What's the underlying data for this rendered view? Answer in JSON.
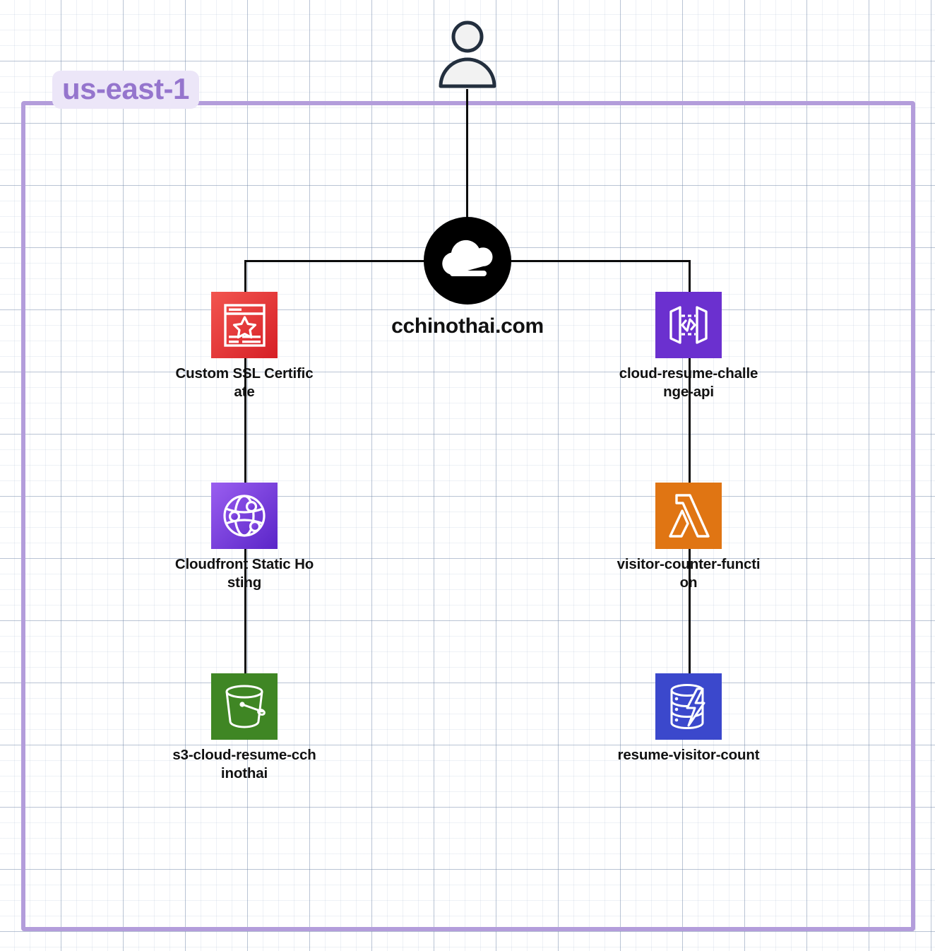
{
  "diagram": {
    "region": {
      "label": "us-east-1",
      "border_color": "#b39ddb",
      "label_bg_color": "#ece6f8",
      "label_text_color": "#9575cd"
    },
    "actor": {
      "name": "user-actor",
      "icon": "person-icon",
      "outline_color": "#232f3e",
      "fill_color": "#f2f2f2"
    },
    "entrypoint": {
      "label": "cchinothai.com",
      "icon": "cloud-internet-icon",
      "color": "#000000"
    },
    "nodes": [
      {
        "id": "acm",
        "label": "Custom SSL Certificate",
        "icon": "certificate-manager-icon",
        "color": "#e7282d",
        "column": "left",
        "row": 1
      },
      {
        "id": "apigw",
        "label": "cloud-resume-challenge-api",
        "icon": "api-gateway-icon",
        "color": "#6b30cf",
        "column": "right",
        "row": 1
      },
      {
        "id": "cloudfront",
        "label": "Cloudfront Static Hosting",
        "icon": "cloudfront-icon",
        "color": "#7a3fe0",
        "column": "left",
        "row": 2
      },
      {
        "id": "lambda",
        "label": "visitor-counter-function",
        "icon": "lambda-icon",
        "color": "#e07513",
        "column": "right",
        "row": 2
      },
      {
        "id": "s3",
        "label": "s3-cloud-resume-cchinothai",
        "icon": "s3-bucket-icon",
        "color": "#3f8624",
        "column": "left",
        "row": 3
      },
      {
        "id": "dynamodb",
        "label": "resume-visitor-count",
        "icon": "dynamodb-icon",
        "color": "#3b48cc",
        "column": "right",
        "row": 3
      }
    ],
    "connections": [
      {
        "from": "user-actor",
        "to": "cchinothai.com"
      },
      {
        "from": "cchinothai.com",
        "to": "Custom SSL Certificate"
      },
      {
        "from": "cchinothai.com",
        "to": "cloud-resume-challenge-api"
      },
      {
        "from": "Custom SSL Certificate",
        "to": "Cloudfront Static Hosting"
      },
      {
        "from": "Cloudfront Static Hosting",
        "to": "s3-cloud-resume-cchinothai"
      },
      {
        "from": "cloud-resume-challenge-api",
        "to": "visitor-counter-function"
      },
      {
        "from": "visitor-counter-function",
        "to": "resume-visitor-count"
      }
    ]
  }
}
